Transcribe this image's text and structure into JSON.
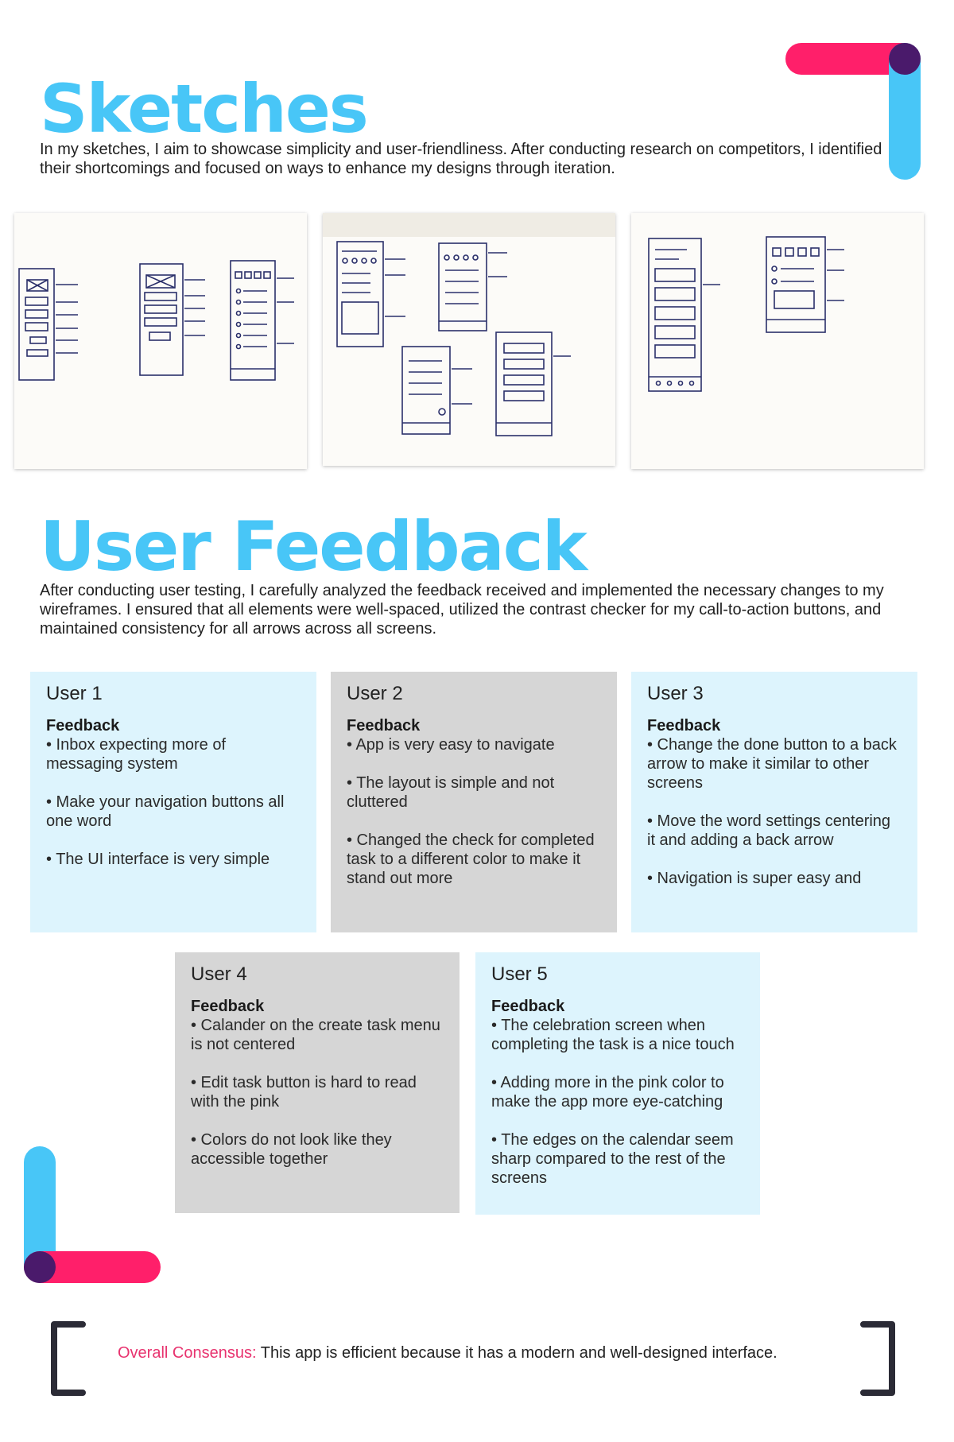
{
  "sketches": {
    "title": "Sketches",
    "intro": "In my sketches, I aim to showcase simplicity and user-friendliness. After conducting research on competitors, I identified their shortcomings and focused on ways to enhance my designs through iteration."
  },
  "feedback": {
    "title": "User Feedback",
    "intro": "After conducting user testing, I carefully analyzed the feedback received and implemented the necessary changes to my wireframes. I ensured that all elements were well-spaced, utilized the contrast checker for my call-to-action buttons, and maintained consistency for all arrows across all screens.",
    "heading_label": "Feedback",
    "cards": [
      {
        "user": "User 1",
        "points": [
          "• Inbox expecting more of messaging system",
          "• Make your navigation buttons all one word",
          "• The UI interface is very simple"
        ]
      },
      {
        "user": "User 2",
        "points": [
          "• App is very easy to navigate",
          "• The layout is simple and not cluttered",
          "• Changed the check for completed task to a different color to make it stand out more"
        ]
      },
      {
        "user": "User 3",
        "points": [
          "• Change the done button to a back arrow to make it similar to other screens",
          "• Move the word settings centering it and adding a back arrow",
          "• Navigation is super easy and"
        ]
      },
      {
        "user": "User 4",
        "points": [
          "• Calander on the create task menu is not centered",
          "• Edit task button is hard to read with the pink",
          "• Colors do not look like they accessible together"
        ]
      },
      {
        "user": "User 5",
        "points": [
          "• The celebration screen when completing the task is a nice touch",
          "• Adding more in the pink color to make the app more eye-catching",
          "• The edges on the calendar seem sharp compared to the rest of the screens"
        ]
      }
    ]
  },
  "consensus": {
    "label": "Overall Consensus:",
    "text": " This app is efficient because it has a modern and well-designed interface."
  },
  "colors": {
    "accent_blue": "#48c6f7",
    "accent_pink": "#ff1f6a",
    "accent_purple": "#4a1a6b",
    "card_blue": "#ddf4fd",
    "card_gray": "#d6d6d6",
    "bracket": "#2b2b36"
  }
}
